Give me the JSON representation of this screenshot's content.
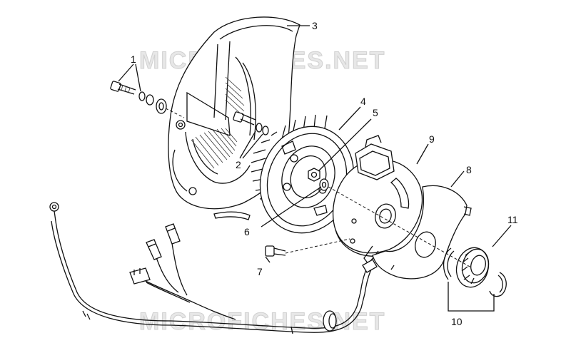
{
  "watermark": "MICROFICHES.NET",
  "callouts": [
    "1",
    "2",
    "3",
    "4",
    "5",
    "6",
    "7",
    "8",
    "9",
    "10",
    "11"
  ]
}
